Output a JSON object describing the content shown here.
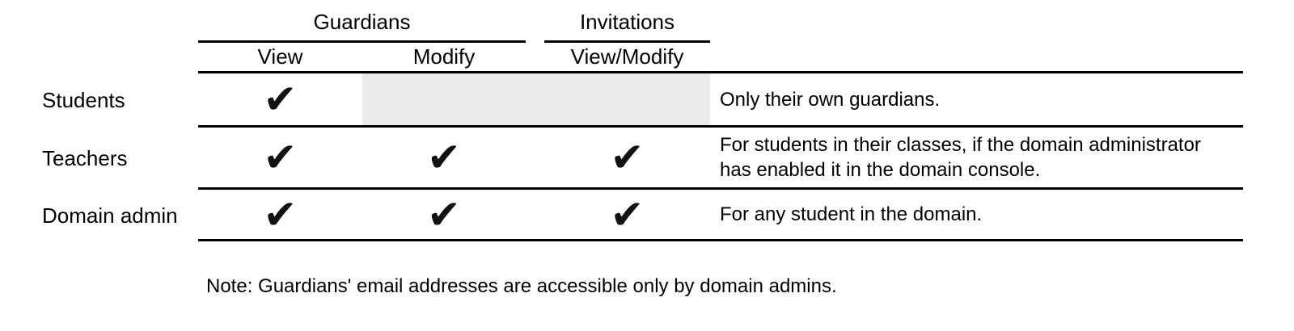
{
  "table": {
    "column_groups": {
      "guardians": "Guardians",
      "invitations": "Invitations"
    },
    "column_headers": {
      "view": "View",
      "modify": "Modify",
      "view_modify": "View/Modify"
    },
    "rows": [
      {
        "role": "Students",
        "checks": {
          "view": "✔",
          "modify": "",
          "view_modify": ""
        },
        "note": "Only their own guardians."
      },
      {
        "role": "Teachers",
        "checks": {
          "view": "✔",
          "modify": "✔",
          "view_modify": "✔"
        },
        "note": "For students in their classes, if the domain administrator\nhas enabled it in the domain console."
      },
      {
        "role": "Domain admin",
        "checks": {
          "view": "✔",
          "modify": "✔",
          "view_modify": "✔"
        },
        "note": "For any student in the domain."
      }
    ]
  },
  "footnote": "Note: Guardians' email addresses are accessible only by domain admins.",
  "colors": {
    "shaded_cell": "#ebebeb",
    "rule_line": "#000000",
    "text": "#000000"
  }
}
